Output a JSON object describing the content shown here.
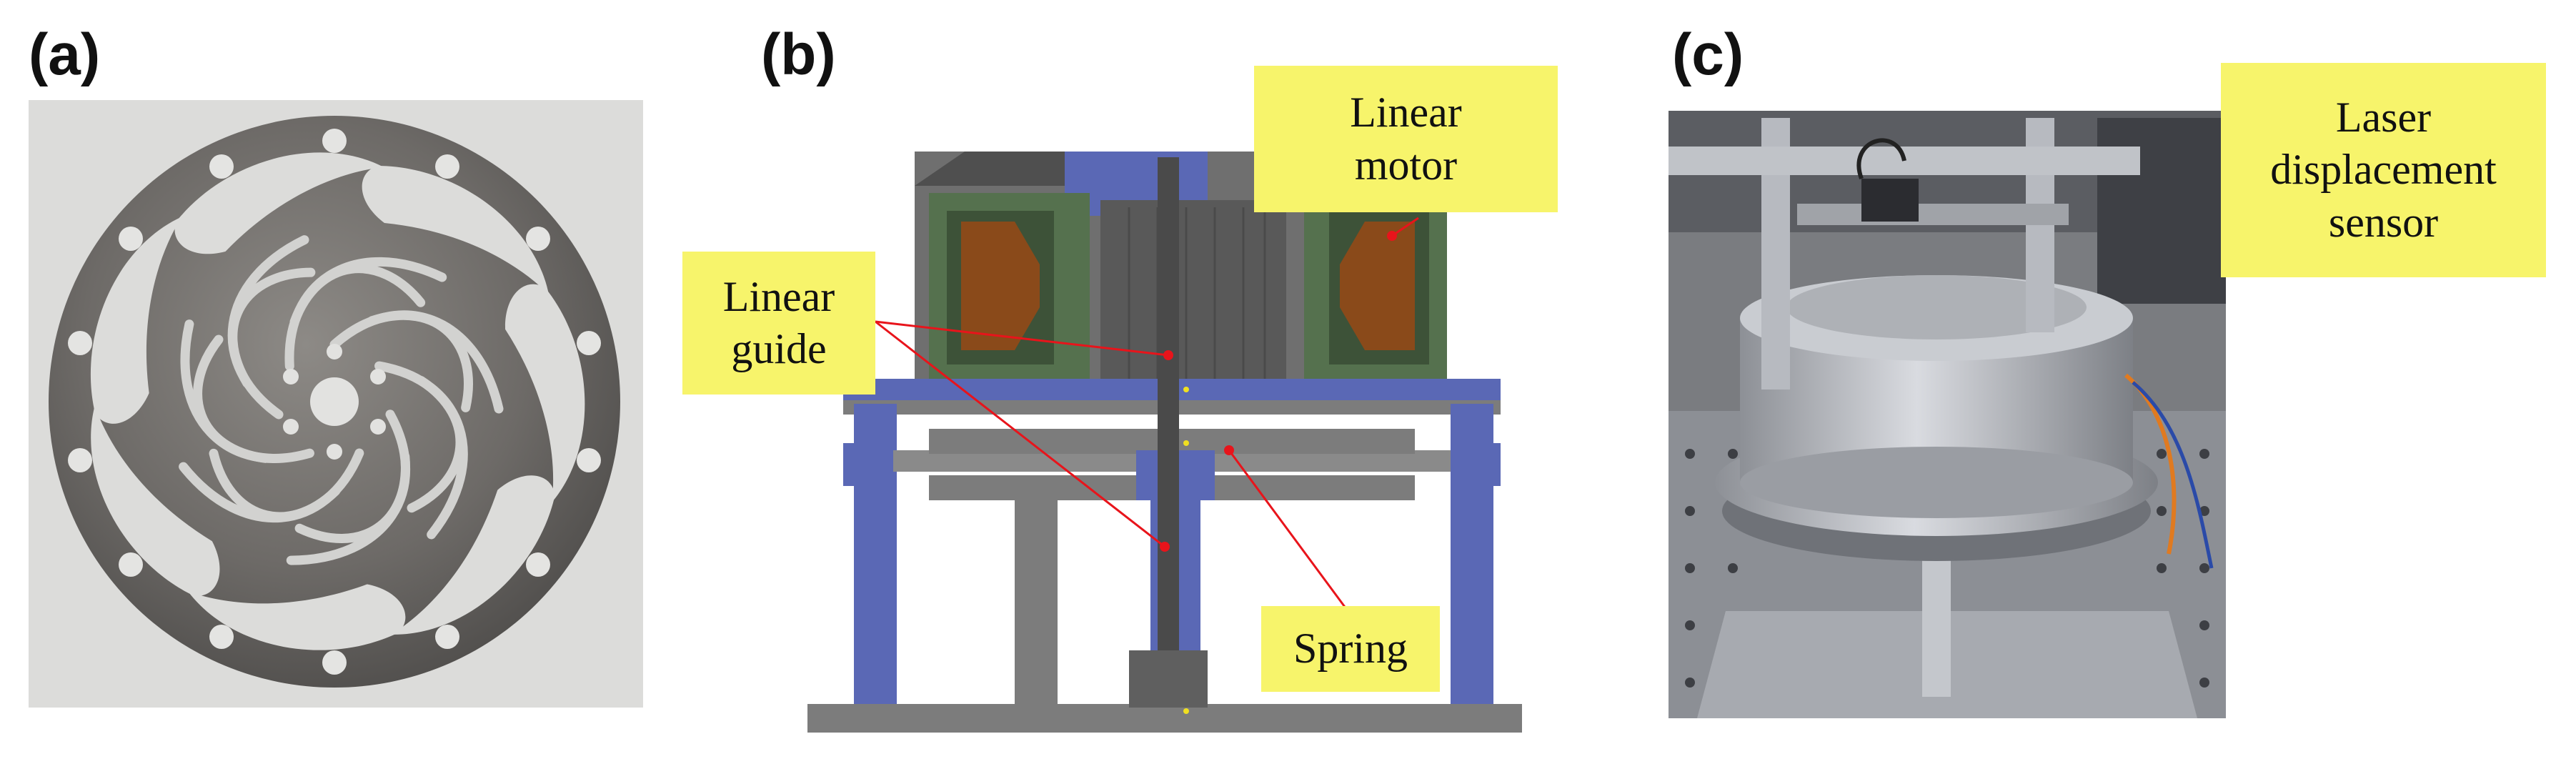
{
  "panels": {
    "a": {
      "label": "(a)"
    },
    "b": {
      "label": "(b)"
    },
    "c": {
      "label": "(c)"
    }
  },
  "callouts": {
    "linear_motor": {
      "line1": "Linear",
      "line2": "motor"
    },
    "linear_guide": {
      "line1": "Linear",
      "line2": "guide"
    },
    "spring": {
      "line1": "Spring"
    },
    "laser_sensor": {
      "line1": "Laser",
      "line2": "displacement",
      "line3": "sensor"
    }
  },
  "colors": {
    "callout_bg": "#f7f46b",
    "leader": "#e8141b",
    "cad_blue": "#5a68b5",
    "cad_gray": "#7c7c7c",
    "coil_green": "#55714e",
    "magnet_brown": "#8a4a1a"
  }
}
